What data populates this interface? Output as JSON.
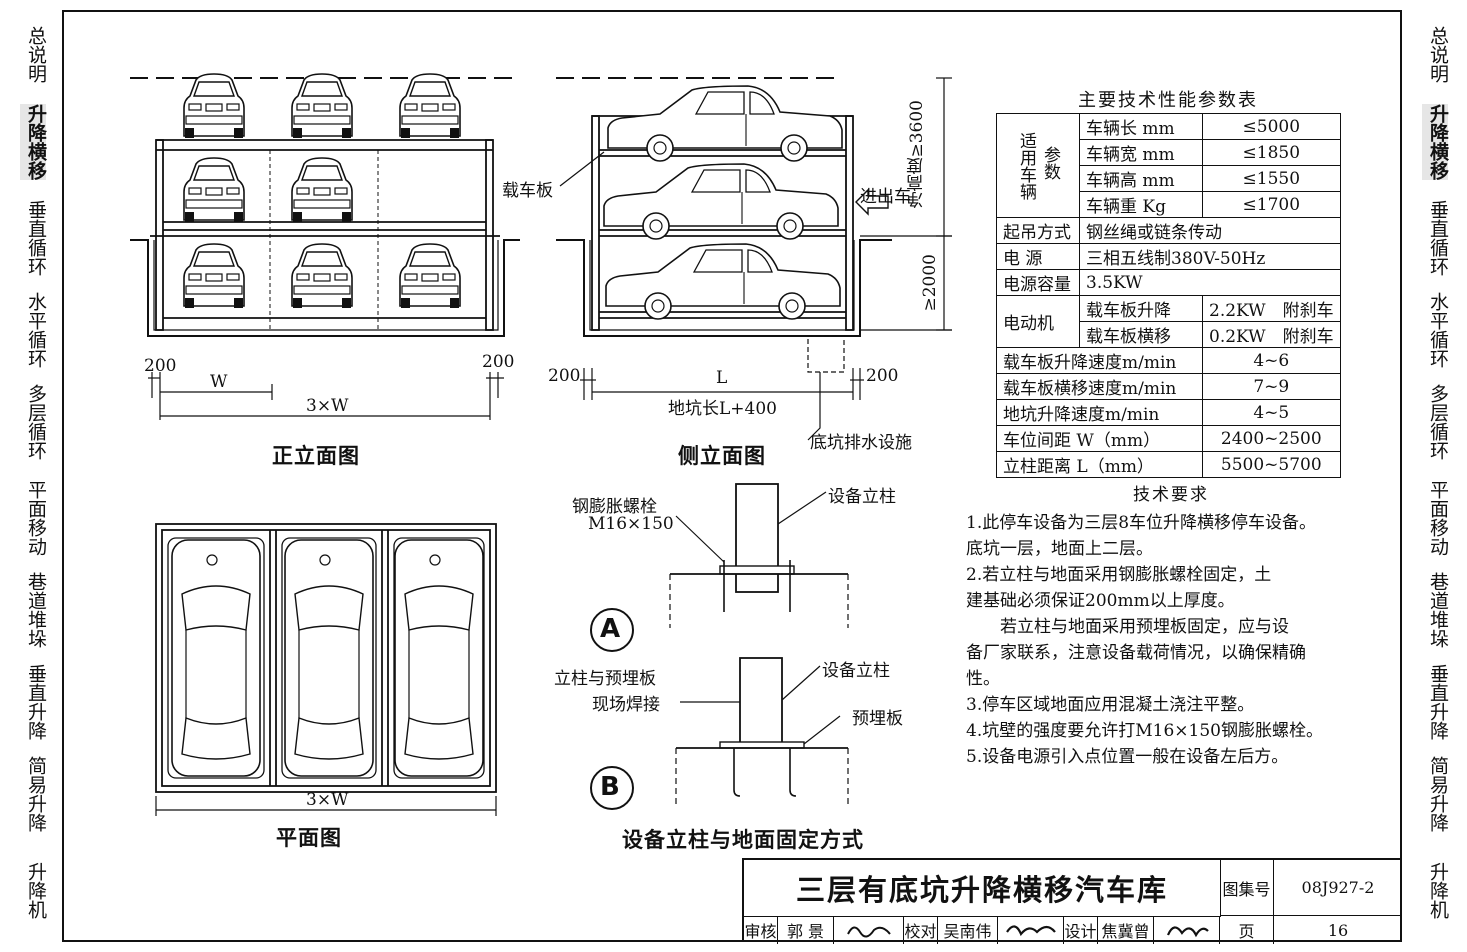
{
  "side_tabs_left": [
    {
      "label": "总说明",
      "active": false
    },
    {
      "label": "升降横移",
      "active": true
    },
    {
      "label": "垂直循环",
      "active": false
    },
    {
      "label": "水平循环",
      "active": false
    },
    {
      "label": "多层循环",
      "active": false
    },
    {
      "label": "平面移动",
      "active": false
    },
    {
      "label": "巷道堆垛",
      "active": false
    },
    {
      "label": "垂直升降",
      "active": false
    },
    {
      "label": "简易升降",
      "active": false
    },
    {
      "label": "升降机",
      "active": false
    }
  ],
  "side_tabs_right": [
    {
      "label": "总说明",
      "active": false
    },
    {
      "label": "升降横移",
      "active": true
    },
    {
      "label": "垂直循环",
      "active": false
    },
    {
      "label": "水平循环",
      "active": false
    },
    {
      "label": "多层循环",
      "active": false
    },
    {
      "label": "平面移动",
      "active": false
    },
    {
      "label": "巷道堆垛",
      "active": false
    },
    {
      "label": "垂直升降",
      "active": false
    },
    {
      "label": "简易升降",
      "active": false
    },
    {
      "label": "升降机",
      "active": false
    }
  ],
  "front_view": {
    "caption": "正立面图",
    "dim_left": "200",
    "dim_right": "200",
    "dim_w": "W",
    "dim_total": "3×W"
  },
  "side_view": {
    "caption": "侧立面图",
    "pallet_label": "载车板",
    "entry_label": "进出车",
    "clear_height": "净高度≥3600",
    "pit_depth": "≥2000",
    "dim_left": "200",
    "dim_right": "200",
    "dim_l": "L",
    "pit_length": "地坑长L+400",
    "drain_label": "底坑排水设施"
  },
  "plan_view": {
    "caption": "平面图",
    "dim_total": "3×W"
  },
  "fixing": {
    "caption": "设备立柱与地面固定方式",
    "a_marker": "A",
    "b_marker": "B",
    "a_bolt": "钢膨胀螺栓",
    "a_bolt_size": "M16×150",
    "a_column": "设备立柱",
    "b_weld_line1": "立柱与预埋板",
    "b_weld_line2": "现场焊接",
    "b_column": "设备立柱",
    "b_plate": "预埋板"
  },
  "param_table": {
    "title": "主要技术性能参数表",
    "vehicle_group_a": "适用车辆",
    "vehicle_group_b": "参数",
    "vehicle_rows": [
      {
        "name": "车辆长 mm",
        "value": "≤5000"
      },
      {
        "name": "车辆宽 mm",
        "value": "≤1850"
      },
      {
        "name": "车辆高 mm",
        "value": "≤1550"
      },
      {
        "name": "车辆重 Kg",
        "value": "≤1700"
      }
    ],
    "lift_mode": {
      "name": "起吊方式",
      "value": "钢丝绳或链条传动"
    },
    "power": {
      "name": "电 源",
      "value": "三相五线制380V-50Hz"
    },
    "capacity": {
      "name": "电源容量",
      "value": "3.5KW"
    },
    "motor": {
      "name": "电动机",
      "rows": [
        {
          "name": "载车板升降",
          "value": "2.2KW　附刹车"
        },
        {
          "name": "载车板横移",
          "value": "0.2KW　附刹车"
        }
      ]
    },
    "rows": [
      {
        "name": "载车板升降速度m/min",
        "value": "4~6"
      },
      {
        "name": "载车板横移速度m/min",
        "value": "7~9"
      },
      {
        "name": "地坑升降速度m/min",
        "value": "4~5"
      },
      {
        "name": "车位间距 W（mm）",
        "value": "2400~2500"
      },
      {
        "name": "立柱距离 L（mm）",
        "value": "5500~5700"
      }
    ]
  },
  "notes": {
    "title": "技术要求",
    "lines": [
      "1.此停车设备为三层8车位升降横移停车设备。",
      "底坑一层，地面上二层。",
      "2.若立柱与地面采用钢膨胀螺栓固定，土",
      "建基础必须保证200mm以上厚度。",
      "　　若立柱与地面采用预埋板固定，应与设",
      "备厂家联系，注意设备载荷情况，以确保精确",
      "性。",
      "3.停车区域地面应用混凝土浇注平整。",
      "4.坑壁的强度要允许打M16×150钢膨胀螺栓。",
      "5.设备电源引入点位置一般在设备左后方。"
    ]
  },
  "title_block": {
    "title": "三层有底坑升降横移汽车库",
    "atlas_label": "图集号",
    "atlas_no": "08J927-2",
    "review_label": "审核",
    "reviewer": "郭 景",
    "check_label": "校对",
    "checker": "吴南伟",
    "design_label": "设计",
    "designer": "焦冀曾",
    "page_label": "页",
    "page_no": "16"
  }
}
